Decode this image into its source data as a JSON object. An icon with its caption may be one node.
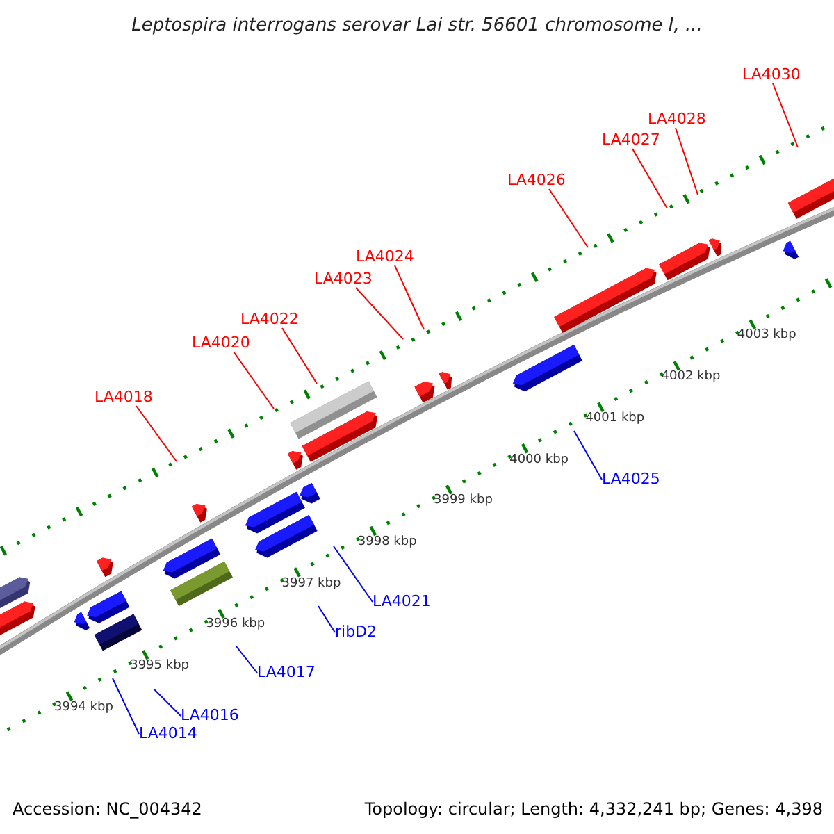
{
  "diagram": {
    "title": "Leptospira interrogans serovar Lai str. 56601 chromosome I, ...",
    "nodes": [
      {
        "text": [
          "LA4018"
        ]
      },
      {
        "text": [
          "LA4020"
        ]
      },
      {
        "text": [
          "LA4022"
        ]
      },
      {
        "text": [
          "LA4023"
        ]
      },
      {
        "text": [
          "LA4024"
        ]
      },
      {
        "text": [
          "LA4026"
        ]
      },
      {
        "text": [
          "LA4027"
        ]
      },
      {
        "text": [
          "LA4028"
        ]
      },
      {
        "text": [
          "LA4030"
        ]
      },
      {
        "text": [
          "LA4025"
        ]
      },
      {
        "text": [
          "LA4021"
        ]
      },
      {
        "text": [
          "ribD2"
        ]
      },
      {
        "text": [
          "LA4017"
        ]
      },
      {
        "text": [
          "LA4016"
        ]
      },
      {
        "text": [
          "LA4014"
        ]
      }
    ],
    "edges": [
      {
        "from": 0,
        "to": null,
        "arrow": "none"
      },
      {
        "from": 1,
        "to": null,
        "arrow": "none"
      },
      {
        "from": 2,
        "to": null,
        "arrow": "none"
      },
      {
        "from": 3,
        "to": null,
        "arrow": "none"
      },
      {
        "from": 4,
        "to": null,
        "arrow": "none"
      },
      {
        "from": 5,
        "to": null,
        "arrow": "none"
      },
      {
        "from": 6,
        "to": null,
        "arrow": "none"
      },
      {
        "from": 7,
        "to": null,
        "arrow": "none"
      },
      {
        "from": 8,
        "to": null,
        "arrow": "none"
      },
      {
        "from": 9,
        "to": null,
        "arrow": "none",
        "color": "#0000ff"
      },
      {
        "from": 10,
        "to": null,
        "arrow": "none",
        "color": "#0000ff"
      },
      {
        "from": 11,
        "to": null,
        "arrow": "none",
        "color": "#0000ff"
      },
      {
        "from": 12,
        "to": null,
        "arrow": "none",
        "color": "#0000ff"
      },
      {
        "from": 13,
        "to": null,
        "arrow": "none",
        "color": "#0000ff"
      },
      {
        "from": 14,
        "to": null,
        "arrow": "none",
        "color": "#0000ff"
      }
    ],
    "labels": [
      "3994 kbp",
      "3995 kbp",
      "3996 kbp",
      "3997 kbp",
      "3998 kbp",
      "3999 kbp",
      "4000 kbp",
      "4001 kbp",
      "4002 kbp",
      "4003 kbp",
      "Accession: NC_004342",
      "Topology: circular; Length: 4,332,241 bp; Genes: 4,398"
    ]
  }
}
